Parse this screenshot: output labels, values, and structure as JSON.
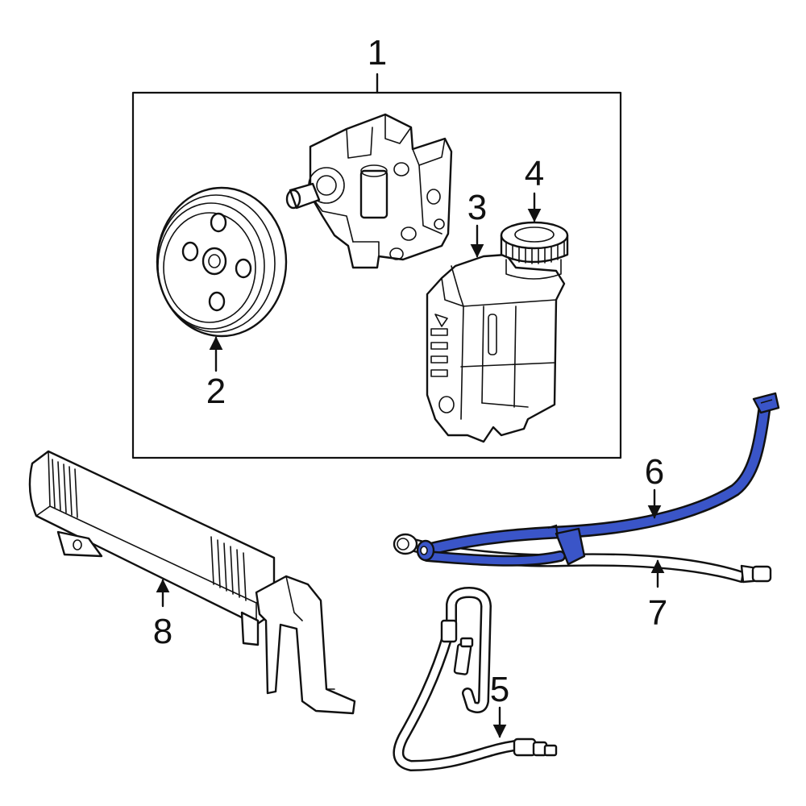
{
  "colors": {
    "line": "#111111",
    "highlight": "#3a55c8",
    "background": "#ffffff"
  },
  "callouts": [
    {
      "id": "1",
      "label": "1"
    },
    {
      "id": "2",
      "label": "2"
    },
    {
      "id": "3",
      "label": "3"
    },
    {
      "id": "4",
      "label": "4"
    },
    {
      "id": "5",
      "label": "5"
    },
    {
      "id": "6",
      "label": "6"
    },
    {
      "id": "7",
      "label": "7"
    },
    {
      "id": "8",
      "label": "8"
    }
  ],
  "highlighted_part": "6"
}
